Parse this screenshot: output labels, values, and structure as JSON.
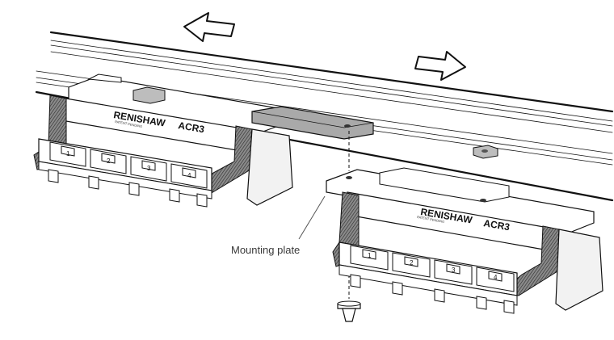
{
  "diagram": {
    "callout_label": "Mounting plate",
    "units": [
      {
        "brand": "RENISHAW",
        "model": "ACR3",
        "patent_line1": "PATENT",
        "patent_line2": "PENDING",
        "slots": [
          "1",
          "2",
          "3",
          "4"
        ]
      },
      {
        "brand": "RENISHAW",
        "model": "ACR3",
        "patent_line1": "PATENT",
        "patent_line2": "PENDING",
        "slots": [
          "1",
          "2",
          "3",
          "4"
        ]
      }
    ],
    "arrows": [
      "left-arrow",
      "right-arrow"
    ]
  }
}
